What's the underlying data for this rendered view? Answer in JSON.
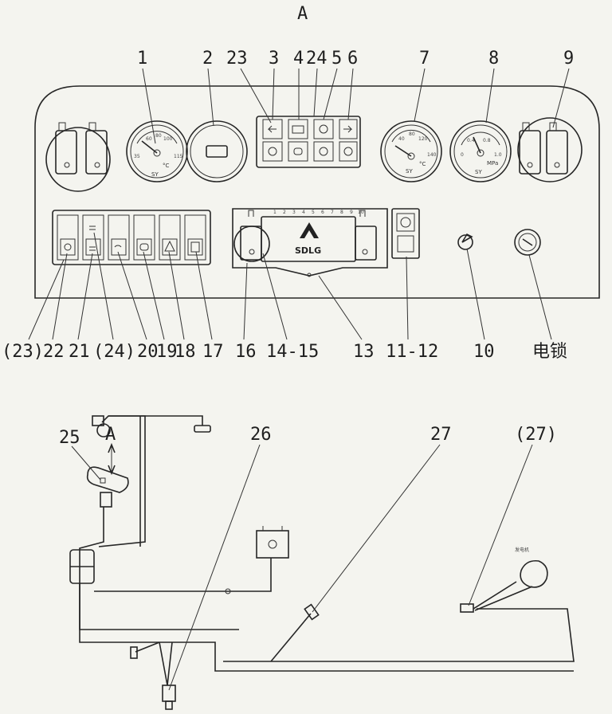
{
  "view_label": "A",
  "top_callouts": [
    {
      "id": "c1",
      "text": "1"
    },
    {
      "id": "c2",
      "text": "2"
    },
    {
      "id": "c23",
      "text": "23"
    },
    {
      "id": "c3",
      "text": "3"
    },
    {
      "id": "c4",
      "text": "4"
    },
    {
      "id": "c24",
      "text": "24"
    },
    {
      "id": "c5",
      "text": "5"
    },
    {
      "id": "c6",
      "text": "6"
    },
    {
      "id": "c7",
      "text": "7"
    },
    {
      "id": "c8",
      "text": "8"
    },
    {
      "id": "c9",
      "text": "9"
    }
  ],
  "bottom_callouts": [
    {
      "id": "b23",
      "text": "(23)"
    },
    {
      "id": "b22",
      "text": "22"
    },
    {
      "id": "b21",
      "text": "21"
    },
    {
      "id": "b24",
      "text": "(24)"
    },
    {
      "id": "b20",
      "text": "20"
    },
    {
      "id": "b19",
      "text": "19"
    },
    {
      "id": "b18",
      "text": "18"
    },
    {
      "id": "b17",
      "text": "17"
    },
    {
      "id": "b16",
      "text": "16"
    },
    {
      "id": "b1415",
      "text": "14-15"
    },
    {
      "id": "b13",
      "text": "13"
    },
    {
      "id": "b1112",
      "text": "11-12"
    },
    {
      "id": "b10",
      "text": "10"
    },
    {
      "id": "block",
      "text": "电锁"
    }
  ],
  "harness_callouts": [
    {
      "id": "h25",
      "text": "25"
    },
    {
      "id": "hA",
      "text": "A"
    },
    {
      "id": "h26",
      "text": "26"
    },
    {
      "id": "h27",
      "text": "27"
    },
    {
      "id": "h27b",
      "text": "(27)"
    }
  ],
  "gauge_water_temp": {
    "ticks": [
      "60",
      "80",
      "100",
      "35",
      "115"
    ],
    "unit": "°C",
    "brand": "SY"
  },
  "gauge_oil_temp": {
    "ticks": [
      "40",
      "80",
      "120",
      "140"
    ],
    "unit": "°C",
    "brand": "SY"
  },
  "gauge_pressure": {
    "ticks": [
      "0",
      "0.4",
      "0.8",
      "1.0"
    ],
    "unit": "MPa",
    "brand": "SY"
  },
  "monitor": {
    "scale": [
      "1",
      "2",
      "3",
      "4",
      "5",
      "6",
      "7",
      "8",
      "9",
      "10"
    ],
    "brand": "SDLG"
  },
  "part_tag": "发电机",
  "colors": {
    "ink": "#262626",
    "paper": "#f4f4ef"
  }
}
